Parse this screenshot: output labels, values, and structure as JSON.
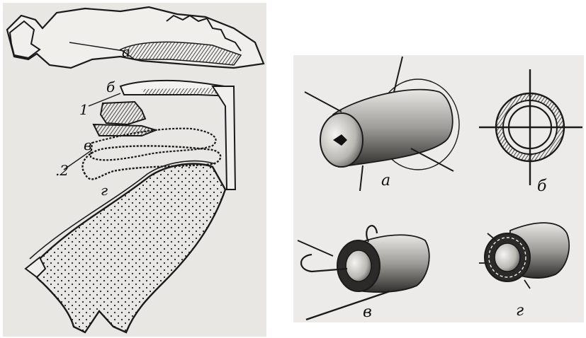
{
  "left_figure": {
    "labels": {
      "a": "а",
      "b": "б",
      "v": "в",
      "g": "г",
      "one": "1",
      "two": ".2"
    }
  },
  "right_figure": {
    "labels": {
      "a": "а",
      "b": "б",
      "v": "в",
      "g": "г"
    }
  },
  "colors": {
    "ink": "#1a1a1a",
    "paper_left": "#e9e7e4",
    "paper_right": "#ecebe9",
    "background": "#ffffff"
  }
}
